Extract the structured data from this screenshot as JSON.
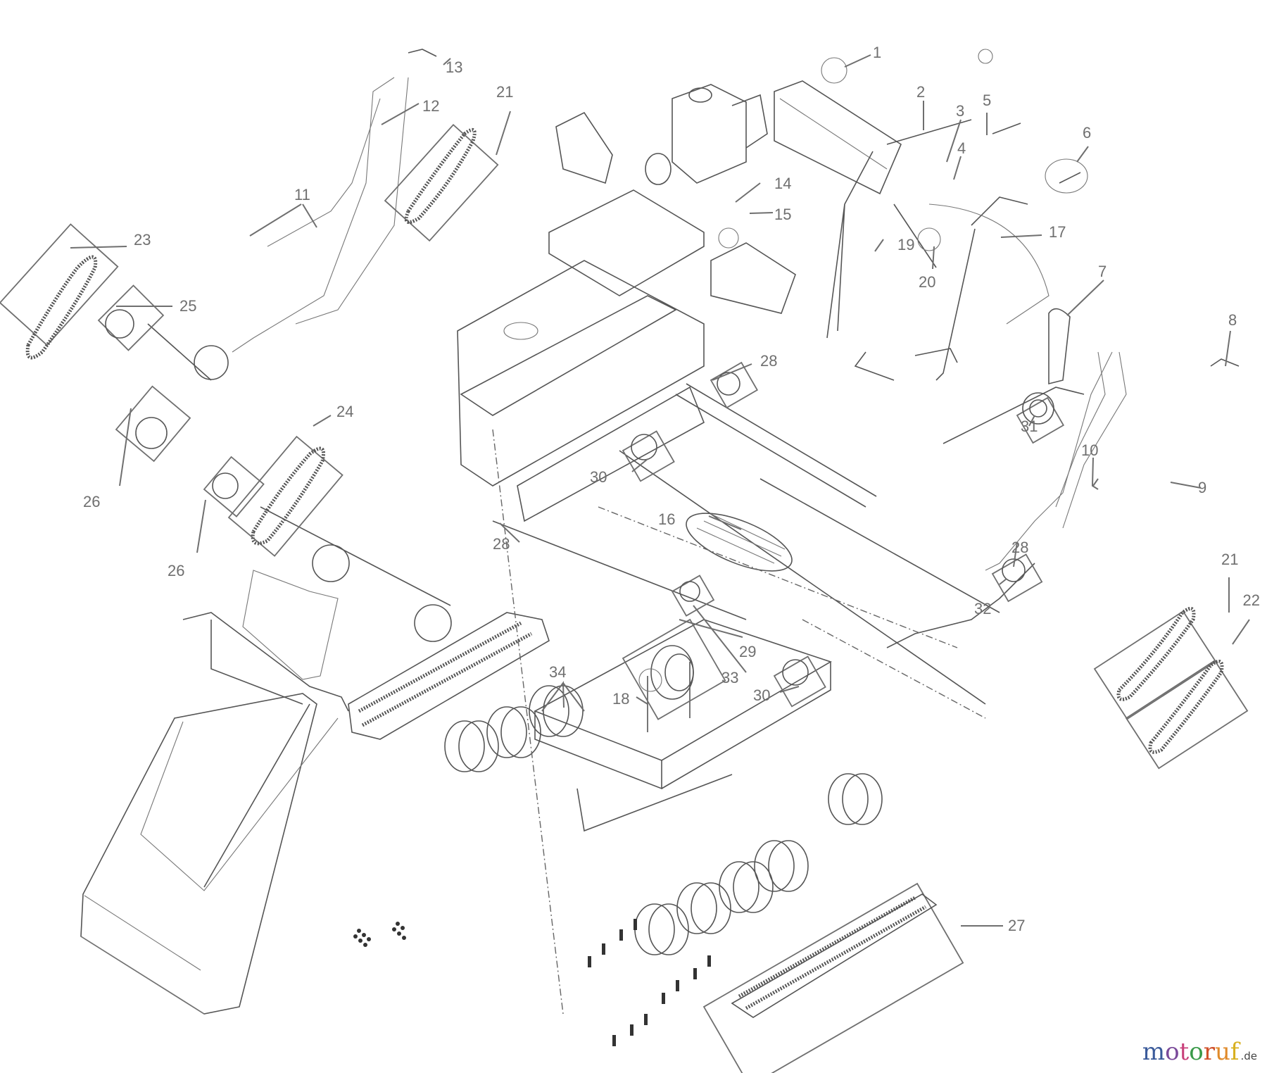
{
  "diagram": {
    "title": "Exploded parts diagram – tracked mini dumper",
    "callouts": [
      {
        "id": "1",
        "label": "1"
      },
      {
        "id": "2",
        "label": "2"
      },
      {
        "id": "3",
        "label": "3"
      },
      {
        "id": "4",
        "label": "4"
      },
      {
        "id": "5",
        "label": "5"
      },
      {
        "id": "6",
        "label": "6"
      },
      {
        "id": "7",
        "label": "7"
      },
      {
        "id": "8",
        "label": "8"
      },
      {
        "id": "9",
        "label": "9"
      },
      {
        "id": "10",
        "label": "10"
      },
      {
        "id": "11",
        "label": "11"
      },
      {
        "id": "12",
        "label": "12"
      },
      {
        "id": "13",
        "label": "13"
      },
      {
        "id": "14",
        "label": "14"
      },
      {
        "id": "15",
        "label": "15"
      },
      {
        "id": "16",
        "label": "16"
      },
      {
        "id": "17",
        "label": "17"
      },
      {
        "id": "18",
        "label": "18"
      },
      {
        "id": "19",
        "label": "19"
      },
      {
        "id": "20",
        "label": "20"
      },
      {
        "id": "21a",
        "label": "21"
      },
      {
        "id": "21b",
        "label": "21"
      },
      {
        "id": "22",
        "label": "22"
      },
      {
        "id": "23",
        "label": "23"
      },
      {
        "id": "24",
        "label": "24"
      },
      {
        "id": "25",
        "label": "25"
      },
      {
        "id": "26a",
        "label": "26"
      },
      {
        "id": "26b",
        "label": "26"
      },
      {
        "id": "27",
        "label": "27"
      },
      {
        "id": "28a",
        "label": "28"
      },
      {
        "id": "28b",
        "label": "28"
      },
      {
        "id": "28c",
        "label": "28"
      },
      {
        "id": "29",
        "label": "29"
      },
      {
        "id": "30a",
        "label": "30"
      },
      {
        "id": "30b",
        "label": "30"
      },
      {
        "id": "31",
        "label": "31"
      },
      {
        "id": "32",
        "label": "32"
      },
      {
        "id": "33",
        "label": "33"
      },
      {
        "id": "34",
        "label": "34"
      }
    ]
  },
  "watermark": {
    "letters": [
      {
        "ch": "m",
        "color": "#3a5a9a"
      },
      {
        "ch": "o",
        "color": "#7a4a9a"
      },
      {
        "ch": "t",
        "color": "#c8407a"
      },
      {
        "ch": "o",
        "color": "#3a9a4a"
      },
      {
        "ch": "r",
        "color": "#d0502a"
      },
      {
        "ch": "u",
        "color": "#e08a2a"
      },
      {
        "ch": "f",
        "color": "#d8b020"
      }
    ],
    "tld": ".de"
  }
}
